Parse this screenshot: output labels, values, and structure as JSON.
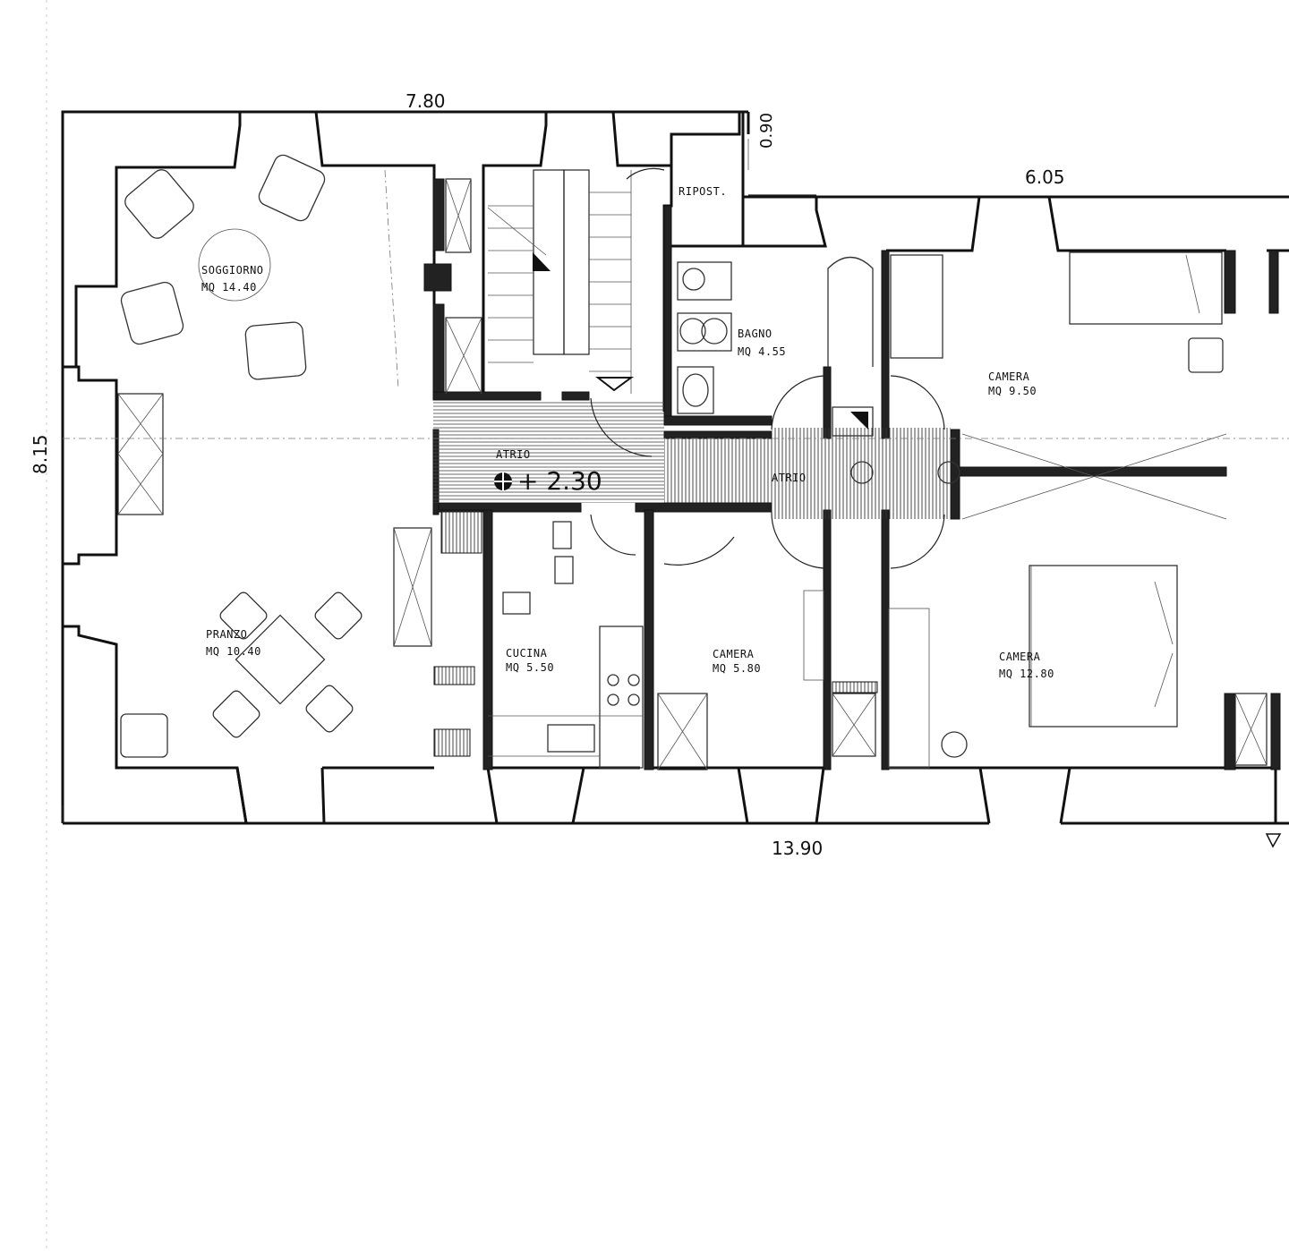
{
  "dimensions": {
    "top_left": "7.80",
    "top_small": "0.90",
    "top_right": "6.05",
    "left": "8.15",
    "bottom": "13.90"
  },
  "level": "+ 2.30",
  "rooms": {
    "soggiorno": {
      "name": "SOGGIORNO",
      "area": "MQ  14.40"
    },
    "pranzo": {
      "name": "PRANZO",
      "area": "MQ 10.40"
    },
    "ripostiglio": {
      "name": "RIPOST."
    },
    "bagno": {
      "name": "BAGNO",
      "area": "MQ  4.55"
    },
    "camera_1": {
      "name": "CAMERA",
      "area": "MQ  9.50"
    },
    "atrio_1": {
      "name": "ATRIO"
    },
    "atrio_2": {
      "name": "ATRIO"
    },
    "cucina": {
      "name": "CUCINA",
      "area": "MQ  5.50"
    },
    "camera_2": {
      "name": "CAMERA",
      "area": "MQ  5.80"
    },
    "camera_3": {
      "name": "CAMERA",
      "area": "MQ 12.80"
    }
  }
}
